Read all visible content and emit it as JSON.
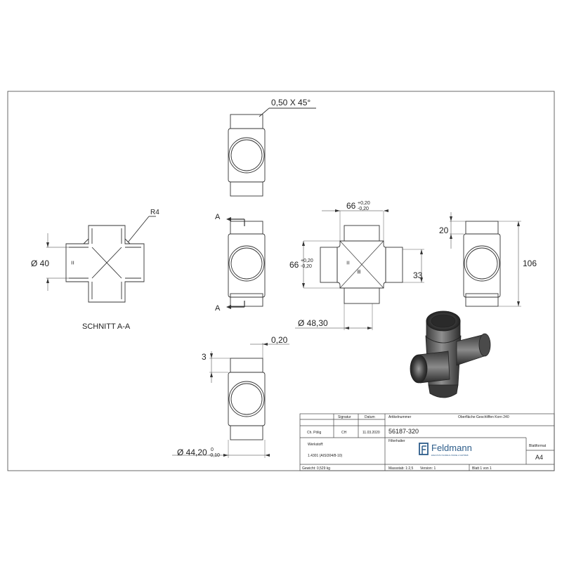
{
  "drawing": {
    "chamfer_note": "0,50 X 45°",
    "radius_note": "R4",
    "section_marker": "A",
    "section_title": "SCHNITT A-A",
    "thread_mark_1": "=",
    "thread_mark_2": "≡",
    "dim_width": "66",
    "dim_width_tol_upper": "+0,20",
    "dim_width_tol_lower": "-0,20",
    "dim_height": "66",
    "dim_height_tol_upper": "+0,20",
    "dim_height_tol_lower": "-0,20",
    "dim_diameter_40": "Ø 40",
    "dim_33": "33",
    "dim_diameter_48": "Ø 48,30",
    "dim_20": "20",
    "dim_106": "106",
    "dim_3": "3",
    "dim_020": "0,20",
    "dim_diameter_44": "Ø 44,20",
    "dim_diameter_44_tol_upper": "0",
    "dim_diameter_44_tol_lower": "-0,10"
  },
  "title_block": {
    "created_by": "Ch. Pölig",
    "signature_header": "Signatur",
    "signature": "CH",
    "date_header": "Datum",
    "date": "11.03.2020",
    "article_header": "Artikelnummer",
    "article_number": "56187-320",
    "surface_label": "Oberfläche:",
    "surface_value": "Geschliffen Korn 240",
    "material_label": "Werkstoff:",
    "material_value": "1.4301 (AISI304/8-10)",
    "designation_label": "Filterhalter",
    "weight": "Gewicht: 0,529 kg",
    "company_name": "Feldmann",
    "company_tagline": "EDELSTAHL HALBZEUG-HANDEL & VERTRIEB",
    "format_label": "Blattformat",
    "format_value": "A4",
    "scale": "Massstab: 1:2,5",
    "version": "Version: 1",
    "sheet": "Blatt 1 von 1"
  }
}
